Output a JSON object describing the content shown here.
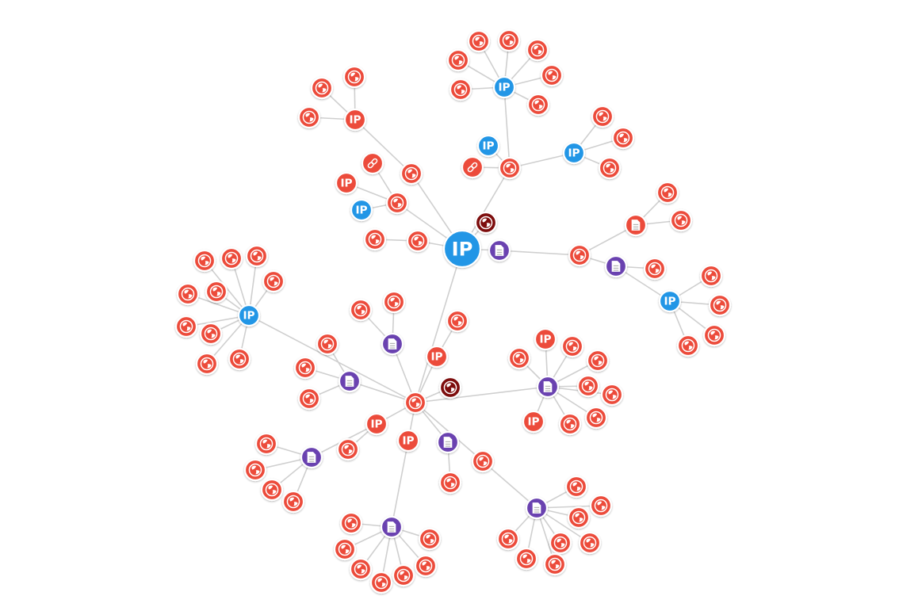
{
  "diagram": {
    "type": "network-graph",
    "node_types": {
      "ip": {
        "label": "IP",
        "color": "#2196e6",
        "icon": "ip-text"
      },
      "ip-red": {
        "label": "IP",
        "color": "#ec4b3b",
        "icon": "ip-text"
      },
      "domain": {
        "color": "#ec4b3b",
        "icon": "globe-icon"
      },
      "domain-dark": {
        "color": "#7d1111",
        "icon": "globe-icon"
      },
      "url": {
        "color": "#ec4b3b",
        "icon": "link-icon"
      },
      "file": {
        "color": "#6a42b0",
        "icon": "document-icon"
      },
      "file-red": {
        "color": "#ec4b3b",
        "icon": "document-icon"
      }
    },
    "edge_color": "#cfcfcf"
  }
}
